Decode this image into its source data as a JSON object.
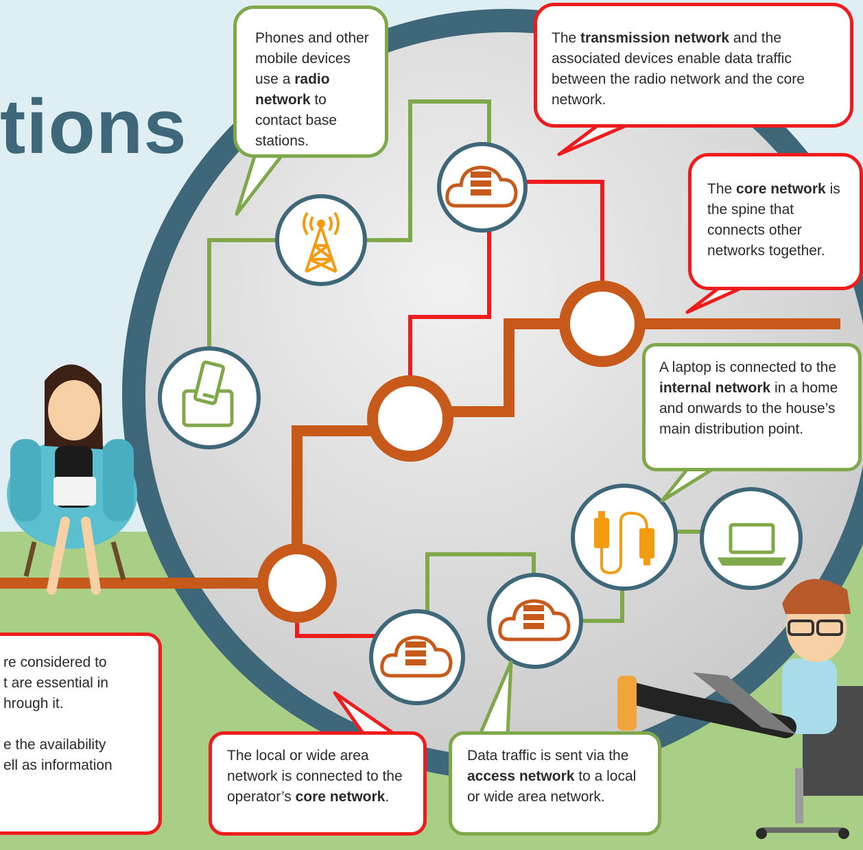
{
  "title": "tions",
  "colors": {
    "sky": "#dfeef3",
    "grass": "#a8cf85",
    "ring": "#3e6879",
    "core_line": "#c75a1a",
    "red_line": "#ee1c1c",
    "green_line": "#7ea84a",
    "icon_orange": "#f39c12",
    "icon_cloud": "#c75a1a"
  },
  "icons": {
    "radio_tower": "radio-tower-icon",
    "phone_tablet": "mobile-devices-icon",
    "cloud_server": "cloud-server-icon",
    "cable": "network-cable-icon",
    "laptop": "laptop-icon"
  },
  "bubbles": {
    "radio": {
      "t1": "Phones and other mobile devices use a ",
      "b1": "radio network",
      "t2": " to contact base stations."
    },
    "transmission": {
      "t1": "The ",
      "b1": "transmission network",
      "t2": " and the associated devices enable data traffic between the radio network and the core network."
    },
    "core": {
      "t1": "The ",
      "b1": "core network",
      "t2": " is the spine that connects other networks together."
    },
    "internal": {
      "t1": "A laptop is connected to the ",
      "b1": "internal network",
      "t2": " in a home and onwards to the house’s main distribution point."
    },
    "lan": {
      "t1": "The local or wide area network is connected to the operator’s ",
      "b1": "core network",
      "t2": "."
    },
    "access": {
      "t1": "Data traffic is sent via the ",
      "b1": "access network",
      "t2": " to a local or wide area network."
    },
    "partial": {
      "line1": "re considered to",
      "line2": "t are essential in",
      "line3": "hrough it.",
      "line4": "e the availability",
      "line5": "ell as information"
    }
  }
}
